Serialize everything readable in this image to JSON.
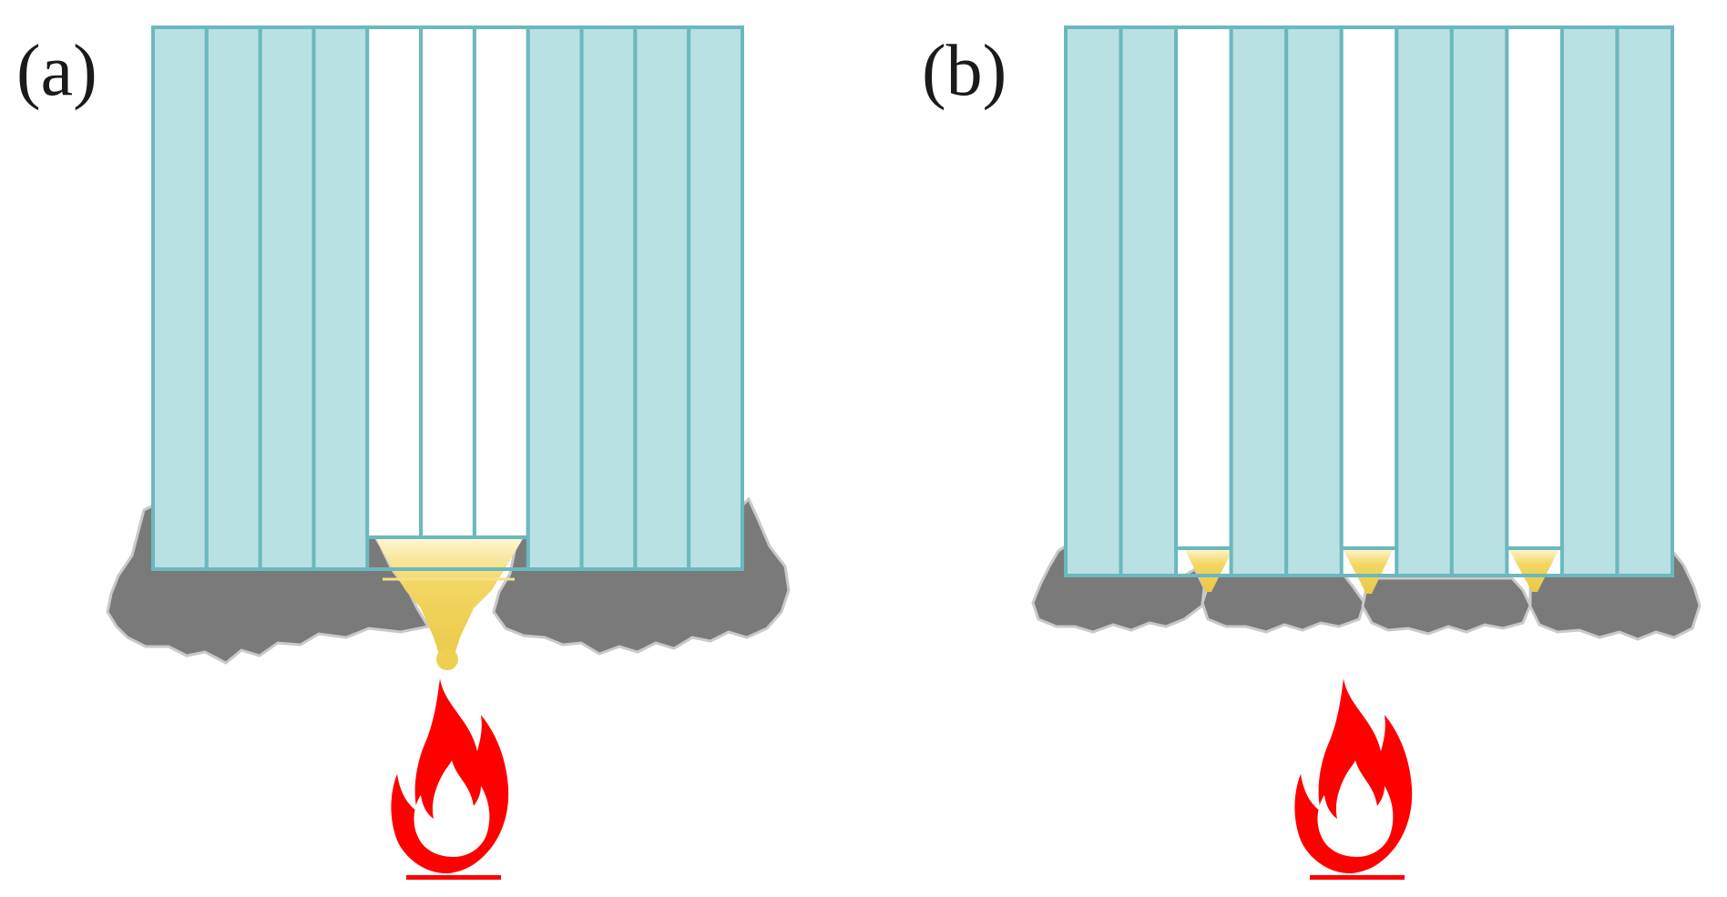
{
  "panels": [
    {
      "label": "(a)",
      "strips": [
        "filled",
        "filled",
        "filled",
        "filled",
        "empty",
        "empty",
        "empty",
        "filled",
        "filled",
        "filled",
        "filled"
      ],
      "melt_pools": 1
    },
    {
      "label": "(b)",
      "strips": [
        "filled",
        "filled",
        "empty",
        "filled",
        "filled",
        "empty",
        "filled",
        "filled",
        "empty",
        "filled",
        "filled"
      ],
      "melt_pools": 3
    }
  ],
  "colors": {
    "strip_fill": "#b9e0e3",
    "strip_border": "#6bb8be",
    "char": "#7a7a7a",
    "melt": "#edcf52",
    "flame": "#ff0000"
  },
  "icons": {
    "heat_source": "flame-icon"
  }
}
